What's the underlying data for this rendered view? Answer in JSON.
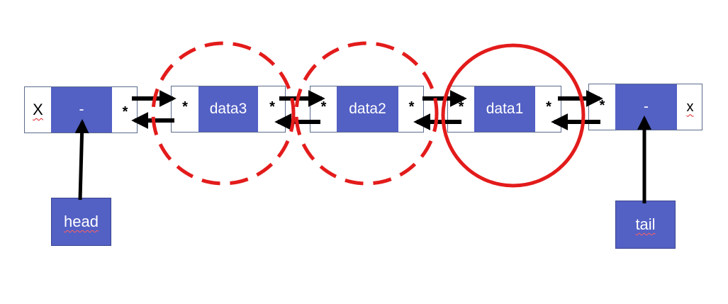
{
  "nodes": [
    {
      "left": "X",
      "data": "-",
      "right": "*"
    },
    {
      "left": "*",
      "data": "data3",
      "right": "*"
    },
    {
      "left": "*",
      "data": "data2",
      "right": "*"
    },
    {
      "left": "*",
      "data": "data1",
      "right": "*"
    },
    {
      "left": "*",
      "data": "-",
      "right": "x"
    }
  ],
  "labels": {
    "head": "head",
    "tail": "tail"
  },
  "colors": {
    "node_fill": "#5360c4",
    "circle": "#e31b1b",
    "arrow": "#000000"
  }
}
